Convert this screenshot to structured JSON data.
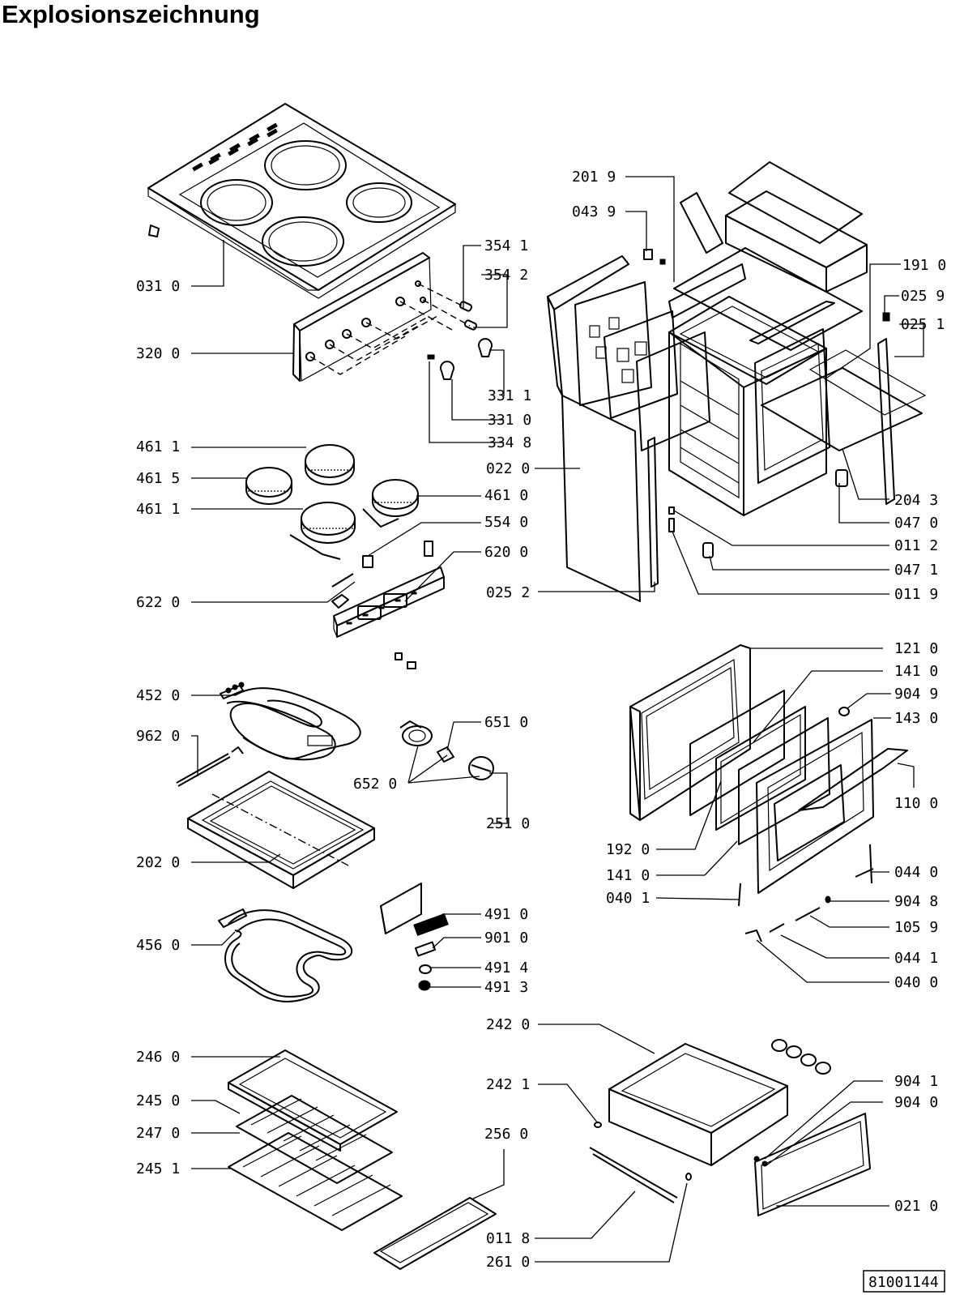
{
  "title": "Explosionszeichnung",
  "drawing_number": "81001144",
  "labels": {
    "l0310": "031 0",
    "l3200": "320 0",
    "l3541": "354 1",
    "l3542": "354 2",
    "l3311": "331 1",
    "l3310": "331 0",
    "l3348": "334 8",
    "l4611a": "461 1",
    "l4615": "461 5",
    "l4611b": "461 1",
    "l4610": "461 0",
    "l5540": "554 0",
    "l6200": "620 0",
    "l6220": "622 0",
    "l2019": "201 9",
    "l0439": "043 9",
    "l1910": "191 0",
    "l0259": "025 9",
    "l0251": "025 1",
    "l0220": "022 0",
    "l2043": "204 3",
    "l0470": "047 0",
    "l0112": "011 2",
    "l0471": "047 1",
    "l0119": "011 9",
    "l0252": "025 2",
    "l1210": "121 0",
    "l1410a": "141 0",
    "l9049": "904 9",
    "l1430": "143 0",
    "l1100": "110 0",
    "l1920": "192 0",
    "l1410b": "141 0",
    "l0401": "040 1",
    "l0440": "044 0",
    "l9048": "904 8",
    "l1059": "105 9",
    "l0441": "044 1",
    "l0400": "040 0",
    "l4520": "452 0",
    "l9620": "962 0",
    "l6510": "651 0",
    "l6520": "652 0",
    "l2510": "251 0",
    "l2020": "202 0",
    "l4910": "491 0",
    "l9010": "901 0",
    "l4914": "491 4",
    "l4913": "491 3",
    "l4560": "456 0",
    "l2420": "242 0",
    "l2421": "242 1",
    "l9041": "904 1",
    "l9040": "904 0",
    "l2460": "246 0",
    "l2450": "245 0",
    "l2470": "247 0",
    "l2451": "245 1",
    "l2560": "256 0",
    "l0210": "021 0",
    "l0118": "011 8",
    "l2610": "261 0"
  }
}
